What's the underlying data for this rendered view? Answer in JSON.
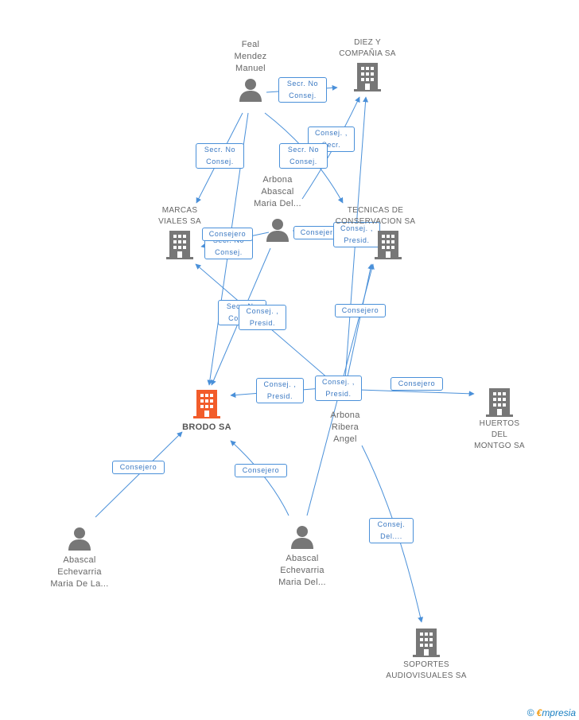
{
  "colors": {
    "edge": "#4a90d9",
    "person": "#777777",
    "company": "#777777",
    "main_company": "#f25c2a",
    "brand": "#1a7fc1"
  },
  "nodes": {
    "brodo": {
      "label": "BRODO SA",
      "icon": "building-icon"
    },
    "diez": {
      "label_lines": [
        "DIEZ Y",
        "COMPAÑIA SA"
      ],
      "icon": "building-icon"
    },
    "marcas": {
      "label_lines": [
        "MARCAS",
        "VIALES SA"
      ],
      "icon": "building-icon"
    },
    "tecnicas": {
      "label_lines": [
        "TECNICAS DE",
        "CONSERVACION SA"
      ],
      "icon": "building-icon"
    },
    "huertos": {
      "label_lines": [
        "HUERTOS",
        "DEL",
        "MONTGO SA"
      ],
      "icon": "building-icon"
    },
    "soportes": {
      "label_lines": [
        "SOPORTES",
        "AUDIOVISUALES SA"
      ],
      "icon": "building-icon"
    },
    "feal": {
      "label_lines": [
        "Feal",
        "Mendez",
        "Manuel"
      ],
      "icon": "person-icon"
    },
    "arbona_abascal": {
      "label_lines": [
        "Arbona",
        "Abascal",
        "Maria Del..."
      ],
      "icon": "person-icon"
    },
    "arbona_ribera": {
      "label_lines": [
        "Arbona",
        "Ribera",
        "Angel"
      ],
      "icon": "person-icon"
    },
    "abascal_la": {
      "label_lines": [
        "Abascal",
        "Echevarria",
        "Maria De La..."
      ],
      "icon": "person-icon"
    },
    "abascal_del": {
      "label_lines": [
        "Abascal",
        "Echevarria",
        "Maria Del..."
      ],
      "icon": "person-icon"
    }
  },
  "edge_labels": [
    {
      "id": "feal-diez",
      "lines": [
        "Secr. No",
        "Consej."
      ]
    },
    {
      "id": "ar-diez",
      "lines": [
        "Consej. ,",
        "Secr."
      ]
    },
    {
      "id": "feal-marcas",
      "lines": [
        "Secr. No",
        "Consej."
      ]
    },
    {
      "id": "feal-tecnicas",
      "lines": [
        "Secr. No",
        "Consej."
      ]
    },
    {
      "id": "aa-marcas-2",
      "lines": [
        "Secr. No",
        "Consej."
      ]
    },
    {
      "id": "aa-marcas",
      "lines": [
        "Consejero"
      ]
    },
    {
      "id": "aa-tecnicas",
      "lines": [
        "Consejero"
      ]
    },
    {
      "id": "ar-tecnicas",
      "lines": [
        "Consej. ,",
        "Presid."
      ]
    },
    {
      "id": "ar-marcas-2",
      "lines": [
        "Secr. No",
        "Consej."
      ]
    },
    {
      "id": "ar-marcas",
      "lines": [
        "Consej. ,",
        "Presid."
      ]
    },
    {
      "id": "ad-tecnicas",
      "lines": [
        "Consejero"
      ]
    },
    {
      "id": "ar-brodo",
      "lines": [
        "Consej. ,",
        "Presid."
      ]
    },
    {
      "id": "ar-brodo-2",
      "lines": [
        "Consej. ,",
        "Presid."
      ]
    },
    {
      "id": "ar-huertos",
      "lines": [
        "Consejero"
      ]
    },
    {
      "id": "al-brodo",
      "lines": [
        "Consejero"
      ]
    },
    {
      "id": "ad-brodo",
      "lines": [
        "Consejero"
      ]
    },
    {
      "id": "ar-soportes",
      "lines": [
        "Consej.",
        "Del...."
      ]
    }
  ],
  "brand": {
    "copyright": "©",
    "e": "€",
    "rest": "mpresia"
  }
}
